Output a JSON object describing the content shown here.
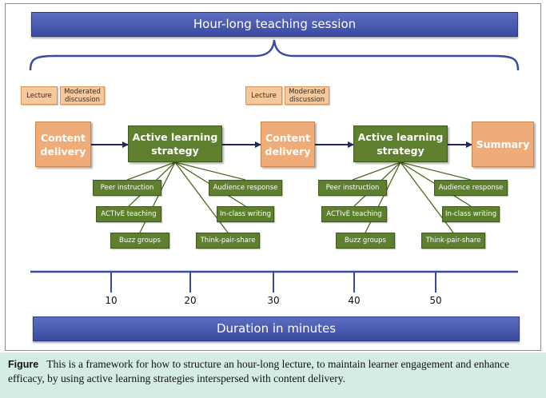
{
  "header": {
    "title": "Hour-long teaching session"
  },
  "footer": {
    "title": "Duration in minutes"
  },
  "blocks": [
    {
      "label": "Content\ndelivery",
      "kind": "content",
      "subtopics": [
        "Lecture",
        "Moderated\ndiscussion"
      ]
    },
    {
      "label": "Active learning\nstrategy",
      "kind": "active",
      "strategies": [
        "Peer instruction",
        "Audience response",
        "ACTIvE teaching",
        "In-class writing",
        "Buzz groups",
        "Think-pair-share"
      ]
    },
    {
      "label": "Content\ndelivery",
      "kind": "content",
      "subtopics": [
        "Lecture",
        "Moderated\ndiscussion"
      ]
    },
    {
      "label": "Active learning\nstrategy",
      "kind": "active",
      "strategies": [
        "Peer instruction",
        "Audience response",
        "ACTIvE teaching",
        "In-class writing",
        "Buzz groups",
        "Think-pair-share"
      ]
    },
    {
      "label": "Summary",
      "kind": "summary"
    }
  ],
  "timeline": {
    "ticks": [
      10,
      20,
      30,
      40,
      50
    ]
  },
  "caption": {
    "label": "Figure",
    "text": "This is a framework for how to structure an hour-long lecture, to maintain learner engagement and enhance efficacy, by using active learning strategies interspersed with content delivery."
  },
  "colors": {
    "header_bar": "#3f4fa8",
    "content_box": "#f0ac78",
    "active_box": "#5e7f2e",
    "caption_bg": "#d4ece3"
  }
}
